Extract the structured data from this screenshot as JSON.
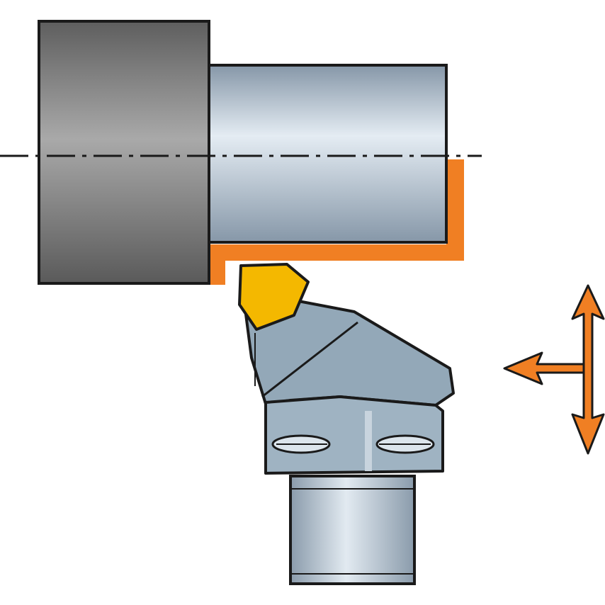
{
  "diagram": {
    "subject": "turning-tool-illustration",
    "colors": {
      "workpiece_large": "#8c8c8c",
      "workpiece_small": "#c5d2df",
      "machined_surface": "#f07f23",
      "insert": "#f4b800",
      "tool_holder": "#93a8b8",
      "outline": "#1a1a1a",
      "feed_arrows": "#f07f23"
    },
    "feed_directions": [
      "up",
      "down",
      "left"
    ]
  }
}
